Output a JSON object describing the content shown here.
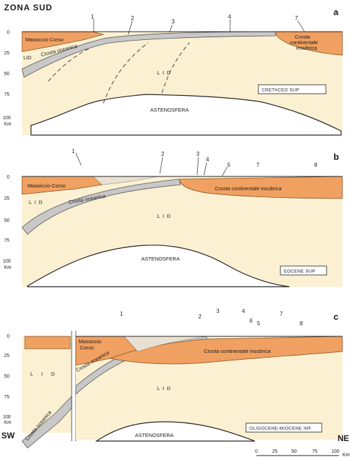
{
  "title": "ZONA SUD",
  "panels": [
    {
      "letter": "a",
      "age": "CRETACEO SUP",
      "depth_ticks": [
        "0",
        "25",
        "50",
        "75",
        "100"
      ],
      "depth_unit": "Km",
      "labels": {
        "massiccio": "Massiccio Corso",
        "crosta_oceanica": "Crosta oceanica",
        "crosta_continentale_1": "Crosta",
        "crosta_continentale_2": "continentale",
        "crosta_continentale_3": "insubrica",
        "lid_left": "LID",
        "lid_center": "L I D",
        "astenosfera": "ASTENOSFERA"
      },
      "numbers": [
        "1",
        "2",
        "3",
        "4",
        "7"
      ]
    },
    {
      "letter": "b",
      "age": "EOCENE SUP",
      "depth_ticks": [
        "0",
        "25",
        "50",
        "75",
        "100"
      ],
      "depth_unit": "Km",
      "labels": {
        "massiccio": "Massiccio Corso",
        "crosta_oceanica": "Crosta oceanica",
        "crosta_continentale": "Crosta continentale insubrica",
        "lid_left": "L I D",
        "lid_center": "L I D",
        "astenosfera": "ASTENOSFERA"
      },
      "numbers": [
        "1",
        "2",
        "3",
        "4",
        "5",
        "7",
        "8"
      ]
    },
    {
      "letter": "c",
      "age": "OLIGOCENE-MIOCENE INF.",
      "depth_ticks": [
        "0",
        "25",
        "50",
        "75",
        "100"
      ],
      "depth_unit": "Km",
      "labels": {
        "massiccio_1": "Massiccio",
        "massiccio_2": "Corso",
        "crosta_oceanica": "Crosta oceanica",
        "crosta_oceanica_inset": "Crosta oceanica",
        "crosta_continentale": "Crosta continentale insubrica",
        "lid_left": "L I D",
        "lid_center": "L I D",
        "astenosfera": "ASTENOSFERA"
      },
      "numbers": [
        "1",
        "2",
        "3",
        "4",
        "6",
        "5",
        "7",
        "8"
      ],
      "sw": "SW",
      "ne": "NE"
    }
  ],
  "scale": {
    "ticks": [
      "0",
      "25",
      "50",
      "75",
      "100"
    ],
    "unit": "Km"
  }
}
